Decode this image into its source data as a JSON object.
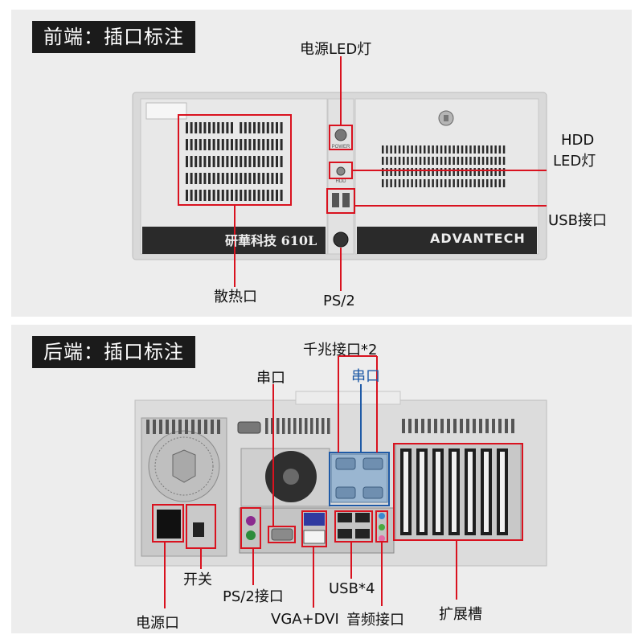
{
  "front": {
    "title": "前端：插口标注",
    "brand_cn": "研華科技 610L",
    "brand_en": "ADVANTECH",
    "labels": {
      "power_led": "电源LED灯",
      "hdd_led_line1": "HDD",
      "hdd_led_line2": "LED灯",
      "usb": "USB接口",
      "vent": "散热口",
      "ps2": "PS/2"
    }
  },
  "rear": {
    "title": "后端：插口标注",
    "labels": {
      "gigabit": "千兆接口*2",
      "serial_blue": "串口",
      "serial": "串口",
      "switch": "开关",
      "ps2_port": "PS/2接口",
      "usb4": "USB*4",
      "power_port": "电源口",
      "vga_dvi": "VGA+DVI",
      "audio": "音频接口",
      "expansion": "扩展槽"
    }
  },
  "colors": {
    "annotation_red": "#d9121f",
    "annotation_blue": "#1f5aa6",
    "title_bg": "#1b1b1b"
  }
}
